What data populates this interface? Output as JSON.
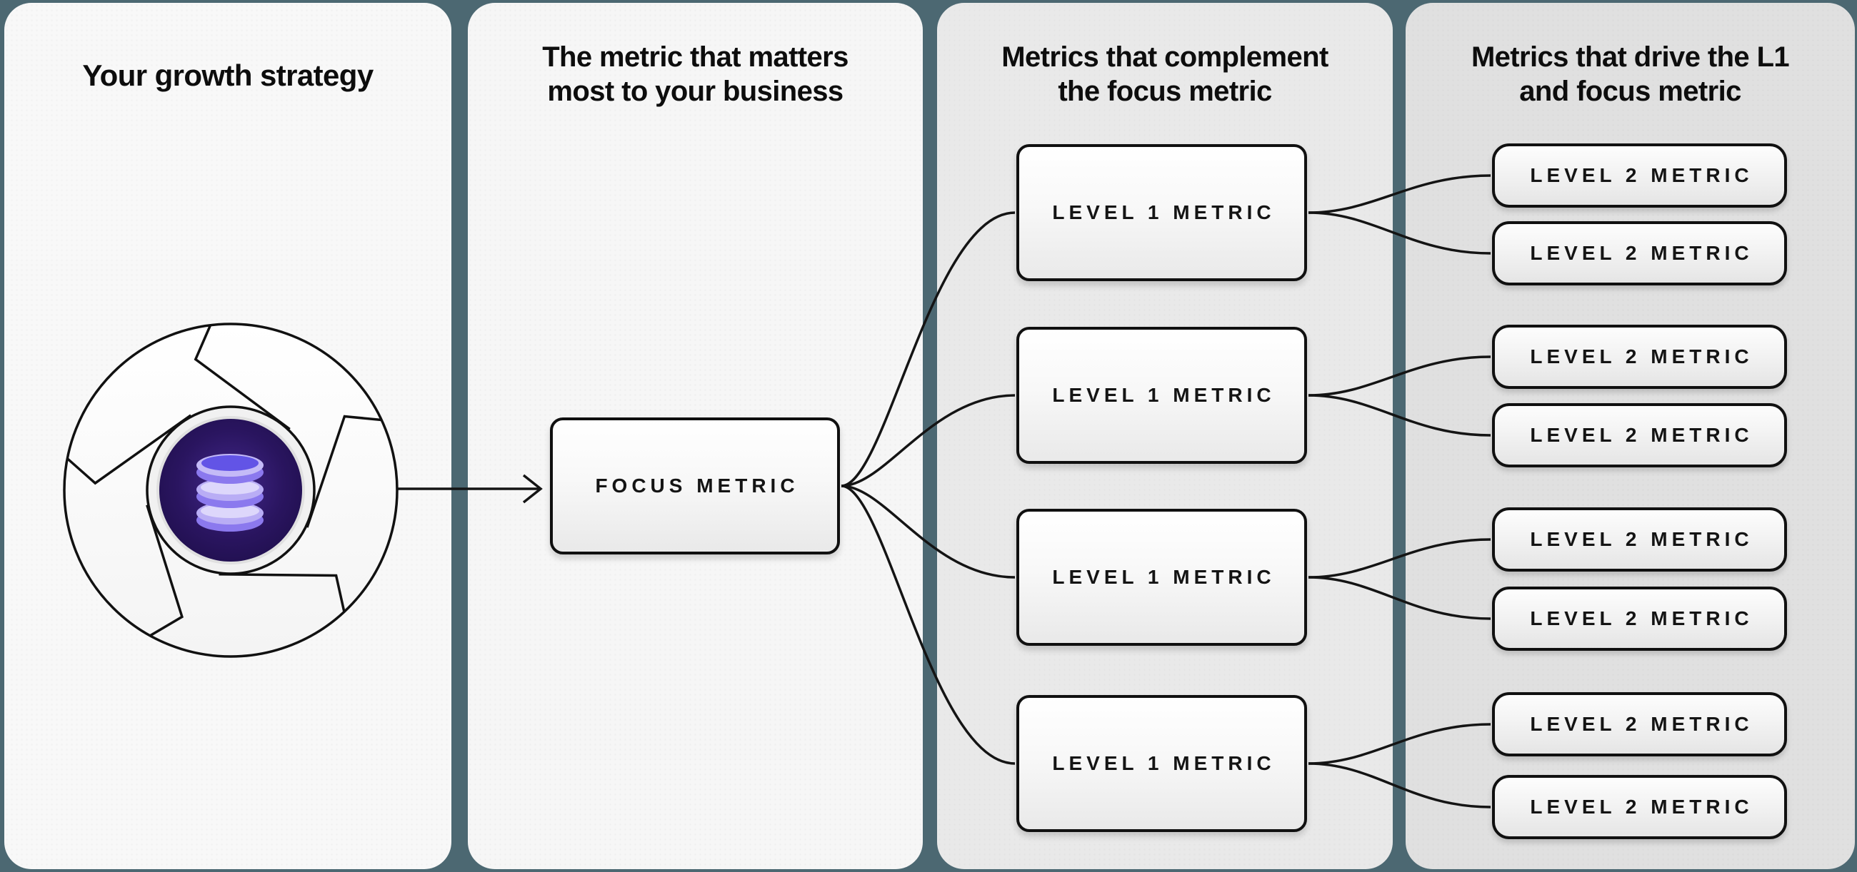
{
  "colors": {
    "background": "#4c6872",
    "panel_light": "#f7f7f7",
    "panel_mid": "#e9e9e9",
    "panel_dark": "#e0e0e0",
    "accent_purple": "#6254e6",
    "icon_circle_dark": "#241257",
    "connector_line": "#141414"
  },
  "panels": {
    "strategy": {
      "title": "Your growth strategy"
    },
    "focus": {
      "title_line1": "The metric that matters",
      "title_line2": "most to your business"
    },
    "level1": {
      "title_line1": "Metrics that complement",
      "title_line2": "the focus metric"
    },
    "level2": {
      "title_line1": "Metrics that drive the L1",
      "title_line2": "and focus metric"
    }
  },
  "nodes": {
    "focus": {
      "label": "FOCUS METRIC"
    },
    "level1": [
      {
        "label": "LEVEL 1 METRIC"
      },
      {
        "label": "LEVEL 1 METRIC"
      },
      {
        "label": "LEVEL 1 METRIC"
      },
      {
        "label": "LEVEL 1 METRIC"
      }
    ],
    "level2": [
      {
        "label": "LEVEL 2 METRIC"
      },
      {
        "label": "LEVEL 2 METRIC"
      },
      {
        "label": "LEVEL 2 METRIC"
      },
      {
        "label": "LEVEL 2 METRIC"
      },
      {
        "label": "LEVEL 2 METRIC"
      },
      {
        "label": "LEVEL 2 METRIC"
      },
      {
        "label": "LEVEL 2 METRIC"
      },
      {
        "label": "LEVEL 2 METRIC"
      }
    ]
  },
  "icon": {
    "name": "growth-flywheel-database-icon"
  }
}
